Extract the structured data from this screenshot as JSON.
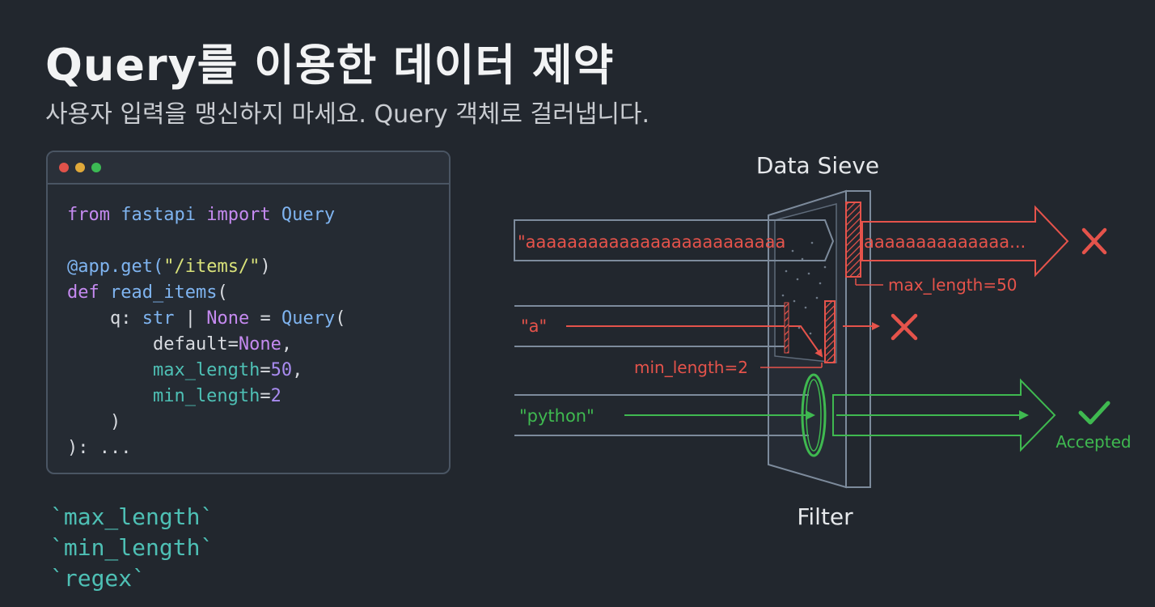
{
  "header": {
    "title": "Query를 이용한 데이터 제약",
    "subtitle": "사용자 입력을 맹신하지 마세요. Query 객체로 걸러냅니다."
  },
  "code": {
    "lines": [
      [
        {
          "t": "from ",
          "c": "kw"
        },
        {
          "t": "fastapi ",
          "c": "fn"
        },
        {
          "t": "import ",
          "c": "kw"
        },
        {
          "t": "Query",
          "c": "fn"
        }
      ],
      [],
      [
        {
          "t": "@app.get(",
          "c": "fn"
        },
        {
          "t": "\"/items/\"",
          "c": "str"
        },
        {
          "t": ")",
          "c": "plain"
        }
      ],
      [
        {
          "t": "def ",
          "c": "kw"
        },
        {
          "t": "read_items",
          "c": "fn"
        },
        {
          "t": "(",
          "c": "plain"
        }
      ],
      [
        {
          "t": "    q: ",
          "c": "plain"
        },
        {
          "t": "str",
          "c": "fn"
        },
        {
          "t": " | ",
          "c": "plain"
        },
        {
          "t": "None",
          "c": "kw"
        },
        {
          "t": " = ",
          "c": "plain"
        },
        {
          "t": "Query",
          "c": "fn"
        },
        {
          "t": "(",
          "c": "plain"
        }
      ],
      [
        {
          "t": "        default=",
          "c": "plain"
        },
        {
          "t": "None",
          "c": "kw"
        },
        {
          "t": ",",
          "c": "plain"
        }
      ],
      [
        {
          "t": "        max_length",
          "c": "prm"
        },
        {
          "t": "=",
          "c": "plain"
        },
        {
          "t": "50",
          "c": "num"
        },
        {
          "t": ",",
          "c": "plain"
        }
      ],
      [
        {
          "t": "        min_length",
          "c": "prm"
        },
        {
          "t": "=",
          "c": "plain"
        },
        {
          "t": "2",
          "c": "num"
        }
      ],
      [
        {
          "t": "    )",
          "c": "plain"
        }
      ],
      [
        {
          "t": "): ...",
          "c": "plain"
        }
      ]
    ]
  },
  "params": [
    "`max_length`",
    "`min_length`",
    "`regex`"
  ],
  "diagram": {
    "top_label": "Data Sieve",
    "bottom_label": "Filter",
    "long_input": "\"aaaaaaaaaaaaaaaaaaaaaaaaa",
    "long_output": "aaaaaaaaaaaaaa...",
    "max_label": "max_length=50",
    "short_input": "\"a\"",
    "min_label": "min_length=2",
    "ok_input": "\"python\"",
    "accepted_label": "Accepted",
    "colors": {
      "reject": "#e5534b",
      "accept": "#3fb950",
      "frame": "#7d8b9c",
      "text": "#e6e8eb"
    }
  }
}
